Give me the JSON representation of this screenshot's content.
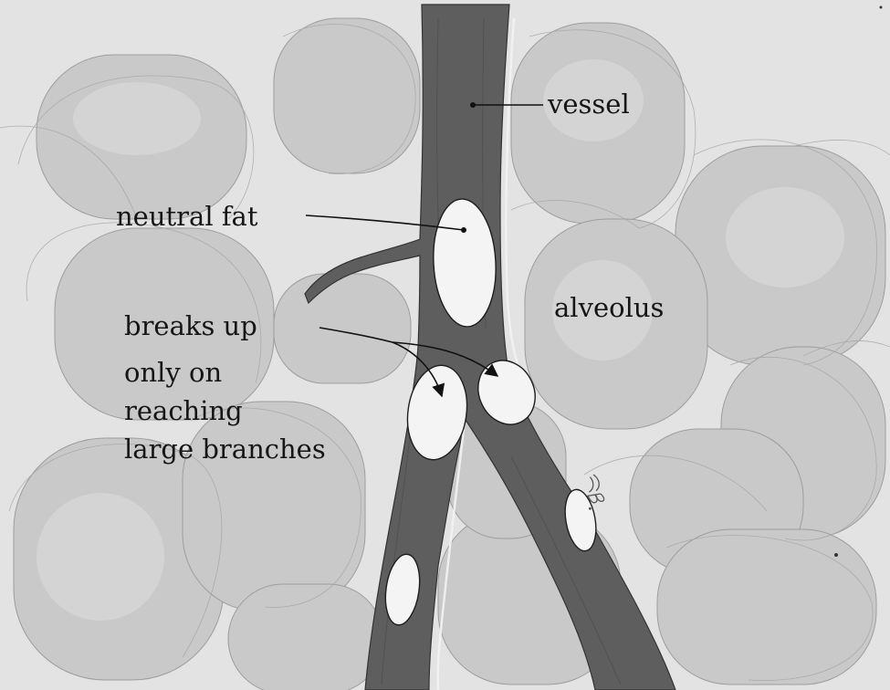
{
  "labels": {
    "vessel": "vessel",
    "neutral_fat": "neutral fat",
    "alveolus": "alveolus",
    "breaks_up_lines": [
      "breaks up",
      "only on",
      "reaching",
      "large branches"
    ]
  },
  "colors": {
    "background": "#e2e2e2",
    "alveolus_fill": "#c9c9c9",
    "vessel": "#5e5e5e",
    "fat_globule": "#f4f4f4",
    "ink": "#161616"
  }
}
